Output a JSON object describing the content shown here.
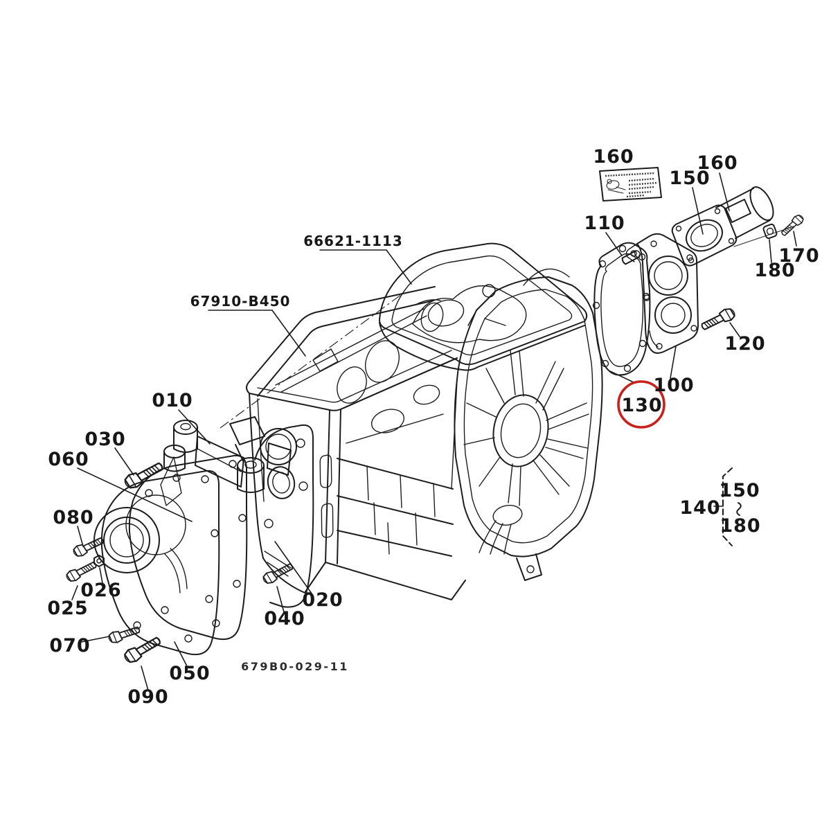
{
  "page": {
    "background": "#ffffff",
    "line_color": "#1c1c1c",
    "highlight_color": "#c8201a"
  },
  "diagram": {
    "type": "exploded-parts-diagram",
    "drawing_number": "679B0-029-11",
    "part_numbers": [
      {
        "id": "upper-housing",
        "text": "66621-1113"
      },
      {
        "id": "transmission-case",
        "text": "67910-B450"
      }
    ],
    "callouts": [
      {
        "ref": "010",
        "text": "010"
      },
      {
        "ref": "020",
        "text": "020"
      },
      {
        "ref": "025",
        "text": "025"
      },
      {
        "ref": "026",
        "text": "026"
      },
      {
        "ref": "030",
        "text": "030"
      },
      {
        "ref": "040",
        "text": "040"
      },
      {
        "ref": "050",
        "text": "050"
      },
      {
        "ref": "060",
        "text": "060"
      },
      {
        "ref": "070",
        "text": "070"
      },
      {
        "ref": "080",
        "text": "080"
      },
      {
        "ref": "090",
        "text": "090"
      },
      {
        "ref": "100",
        "text": "100"
      },
      {
        "ref": "110",
        "text": "110"
      },
      {
        "ref": "120",
        "text": "120"
      },
      {
        "ref": "130",
        "text": "130"
      },
      {
        "ref": "140",
        "text": "140"
      },
      {
        "ref": "150",
        "text": "150"
      },
      {
        "ref": "160-decal",
        "text": "160"
      },
      {
        "ref": "160-cover",
        "text": "160"
      },
      {
        "ref": "170",
        "text": "170"
      },
      {
        "ref": "180",
        "text": "180"
      }
    ],
    "highlight": {
      "callout": "130",
      "shape": "circle"
    },
    "group_bracket": {
      "label": "140",
      "range_start": "150",
      "range_end": "180",
      "tilde": "~"
    }
  }
}
